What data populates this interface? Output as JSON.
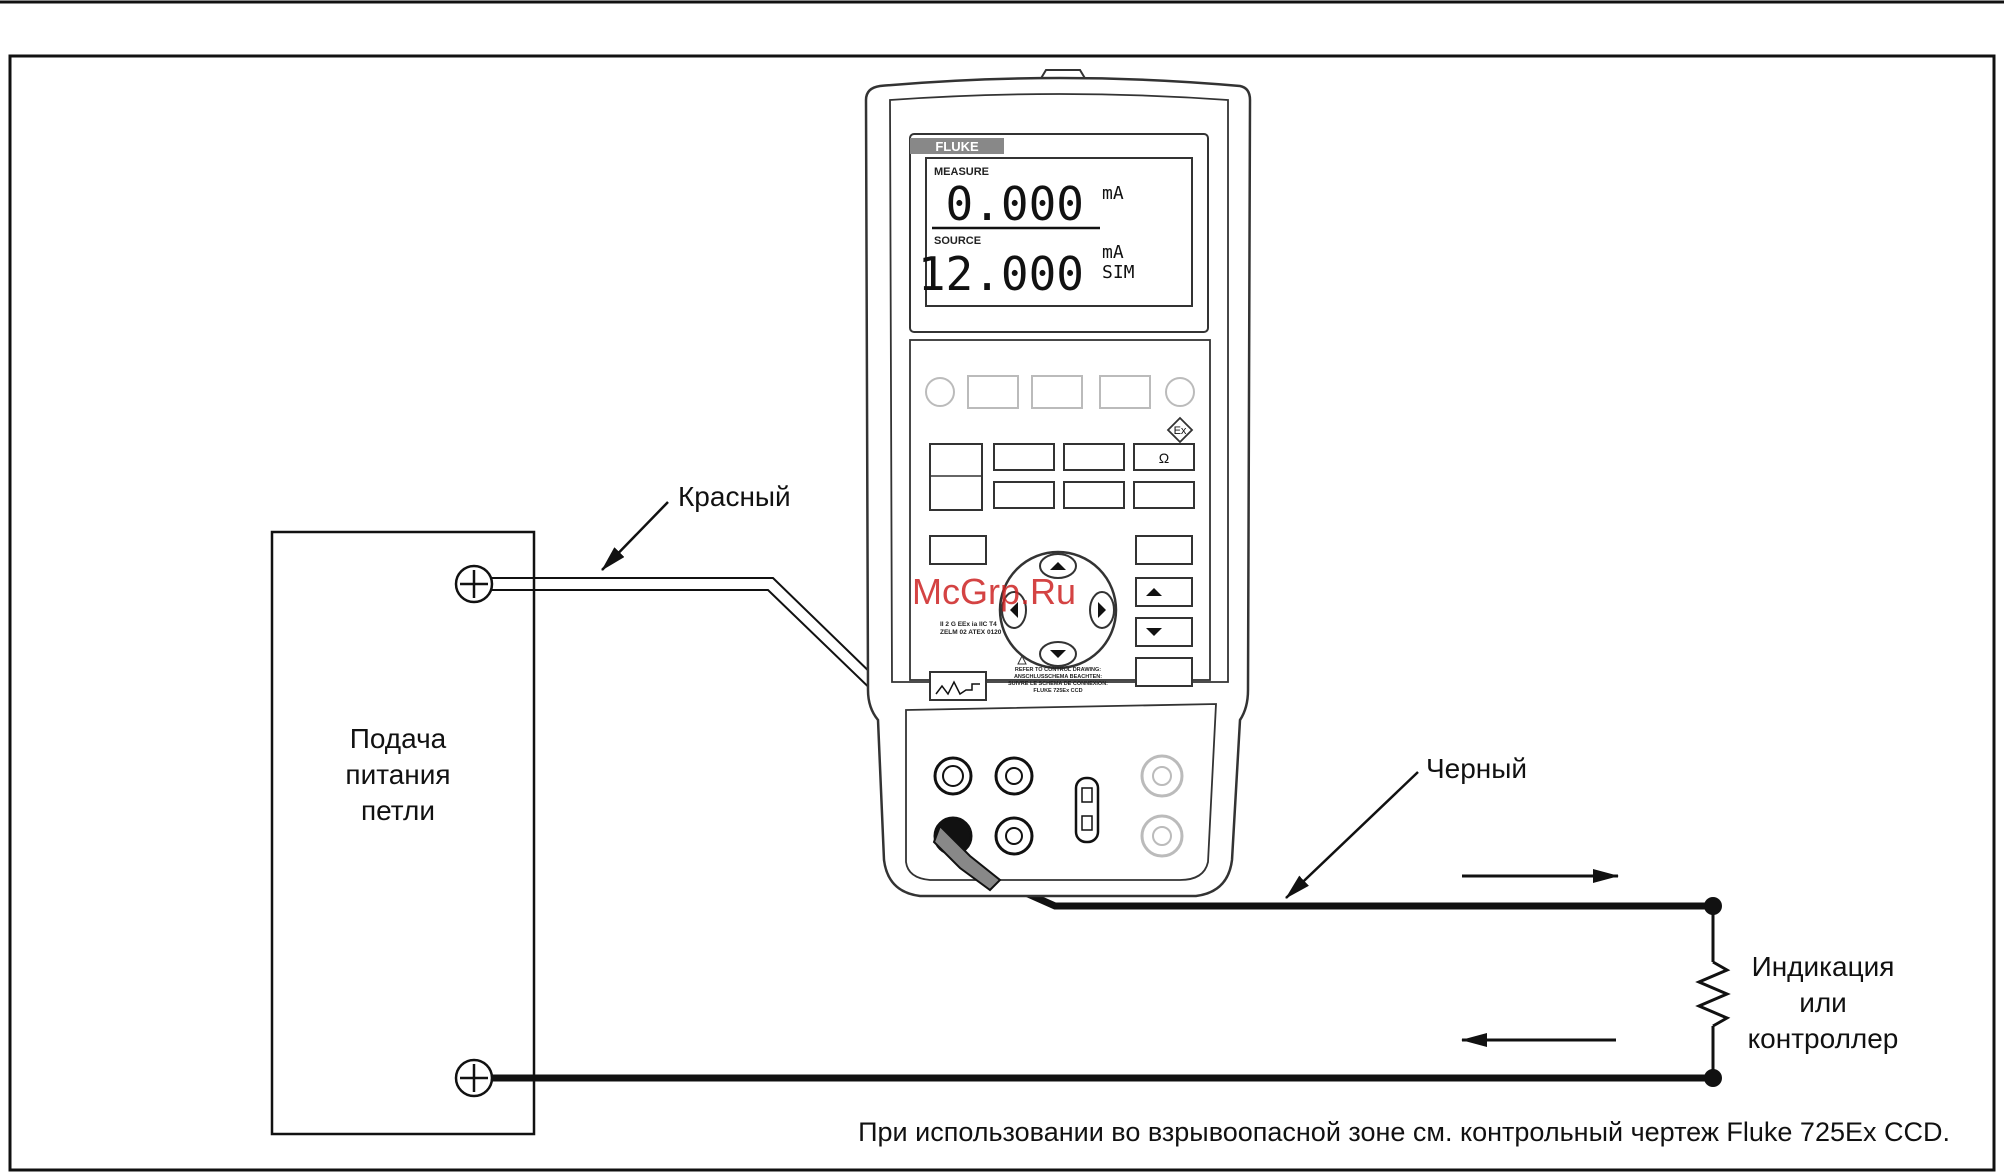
{
  "labels": {
    "red_lead": "Красный",
    "black_lead": "Черный",
    "power_supply": [
      "Подача",
      "питания",
      "петли"
    ],
    "indicator": [
      "Индикация",
      "или",
      "контроллер"
    ],
    "footnote": "При использовании во взрывоопасной зоне см. контрольный чертеж Fluke 725Ex CCD.",
    "watermark": "McGrp.Ru"
  },
  "device": {
    "brand": "FLUKE",
    "measure": {
      "label": "MEASURE",
      "value": "0.000",
      "unit": "mA"
    },
    "source": {
      "label": "SOURCE",
      "value": "12.000",
      "unit": "mA",
      "mode": "SIM"
    },
    "ohm_symbol": "Ω",
    "ex_mark": "Ex",
    "cert_text": [
      "II 2 G EEx ia IIC T4",
      "ZELM 02 ATEX 0120"
    ],
    "warning_text": [
      "REFER TO CONTROL DRAWING:",
      "ANSCHLUSSCHEMA BEACHTEN:",
      "SUIVRE LE SCHEMA DE CONNEXION:",
      "FLUKE 725Ex CCD"
    ]
  },
  "colors": {
    "line": "#111111",
    "device_outline": "#333333",
    "faded": "#bbbbbb",
    "watermark": "#cc2222"
  }
}
